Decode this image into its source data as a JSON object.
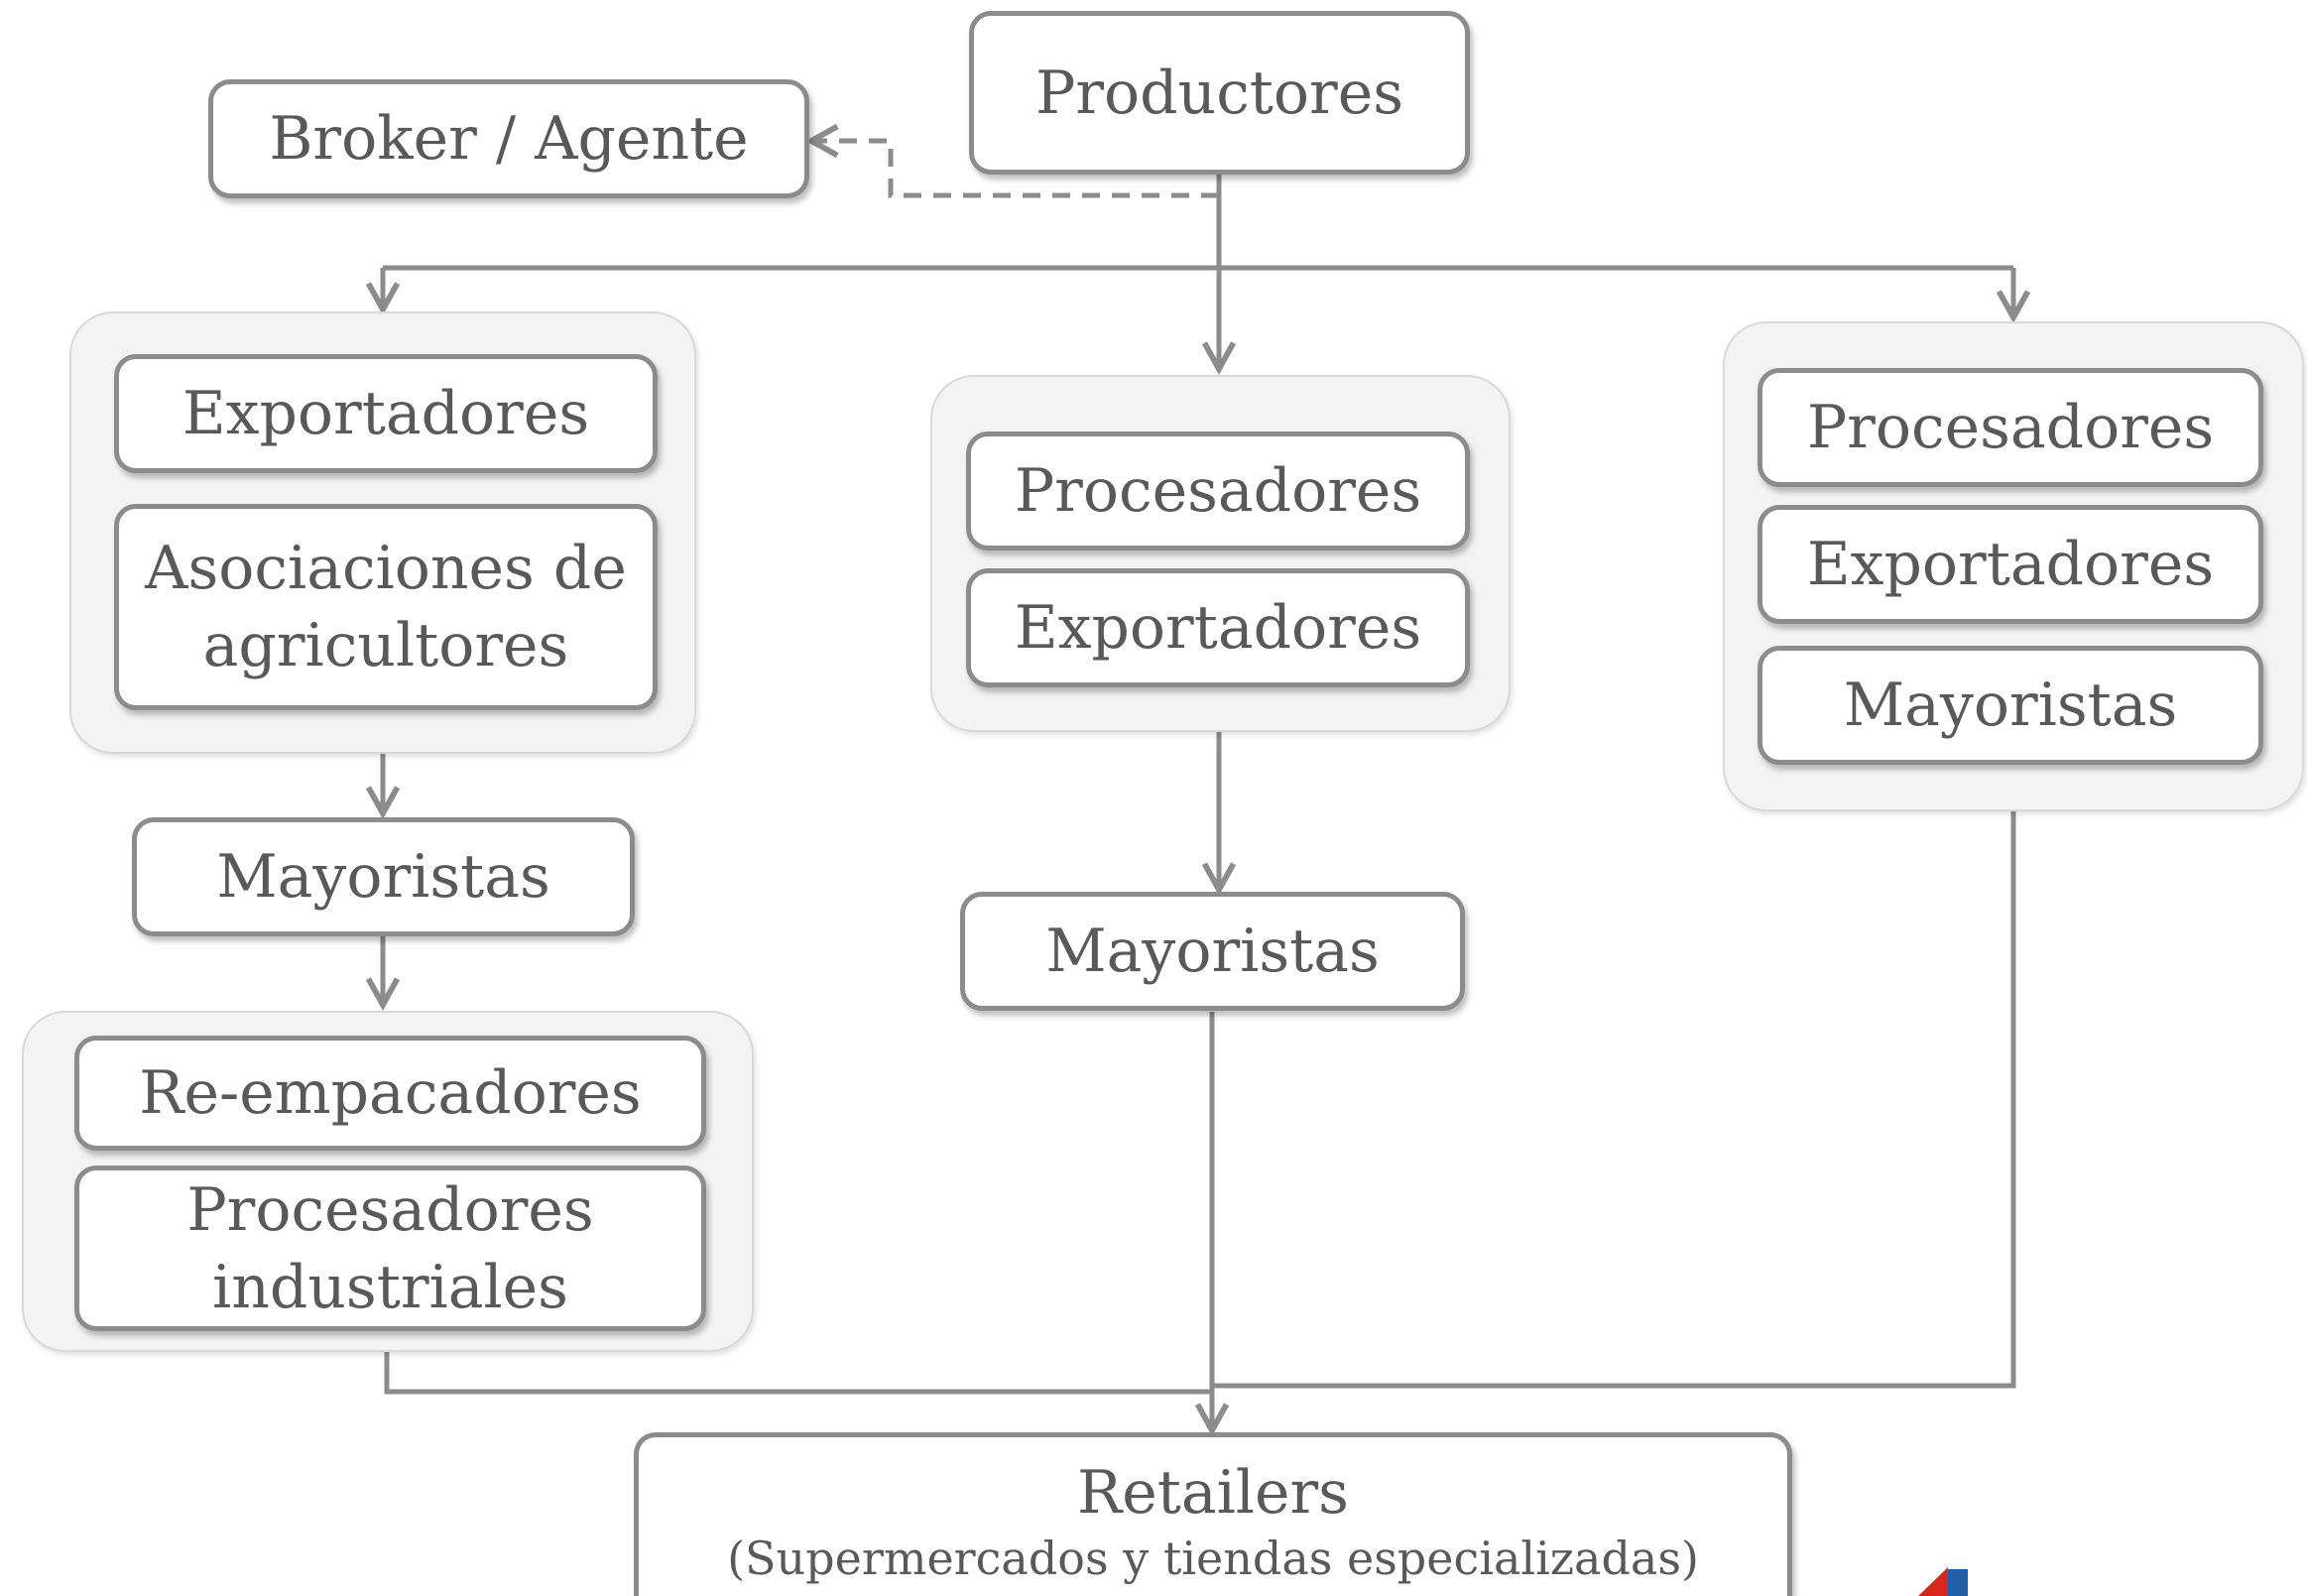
{
  "nodes": {
    "productores": "Productores",
    "broker": "Broker / Agente",
    "left_exportadores": "Exportadores",
    "left_asociaciones": [
      "Asociaciones de",
      "agricultores"
    ],
    "left_mayoristas": "Mayoristas",
    "left_reempacadores": "Re-empacadores",
    "left_procesadores_industriales": [
      "Procesadores",
      "industriales"
    ],
    "mid_procesadores": "Procesadores",
    "mid_exportadores": "Exportadores",
    "mid_mayoristas": "Mayoristas",
    "right_procesadores": "Procesadores",
    "right_exportadores": "Exportadores",
    "right_mayoristas": "Mayoristas",
    "retailers_title": "Retailers",
    "retailers_subtitle": "(Supermercados y tiendas especializadas)"
  },
  "colors": {
    "connector": "#8c8c8c",
    "box_border": "#8c8c8c",
    "group_fill": "#f3f3f3",
    "text": "#595959",
    "logo_blue": "#1f5fa8",
    "logo_red": "#d9261c"
  },
  "icons": {
    "logo": "partial-brand-logo-icon"
  }
}
